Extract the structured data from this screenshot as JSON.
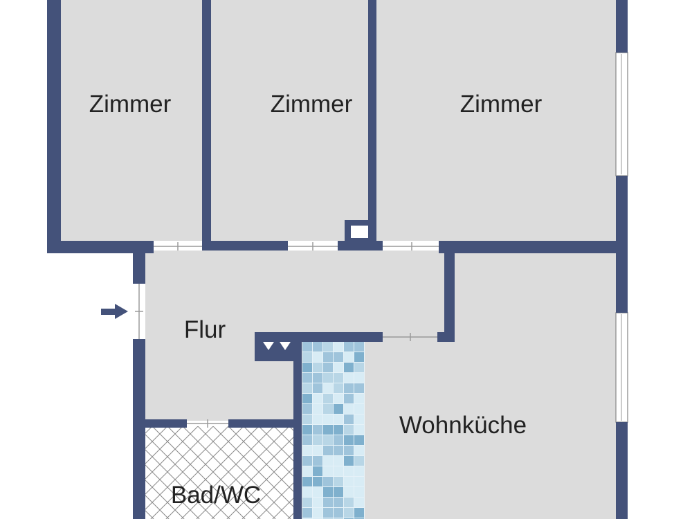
{
  "colors": {
    "wall": "#44527a",
    "floor": "#dcdcdc",
    "door_line": "#9a9a9a",
    "bath_tile_line": "#8a8a8a",
    "kitchen_tile_base": "#b8d6e6",
    "kitchen_tile_light": "#d8ecf5",
    "kitchen_tile_mid": "#9fc4db",
    "kitchen_tile_dark": "#7fb0cd",
    "label_text": "#222222"
  },
  "icons": {
    "entrance": "entrance-arrow-icon"
  },
  "rooms": [
    {
      "id": "room-1",
      "label": "Zimmer"
    },
    {
      "id": "room-2",
      "label": "Zimmer"
    },
    {
      "id": "room-3",
      "label": "Zimmer"
    },
    {
      "id": "hallway",
      "label": "Flur"
    },
    {
      "id": "kitchen",
      "label": "Wohnküche"
    },
    {
      "id": "bathroom",
      "label": "Bad/WC"
    }
  ]
}
